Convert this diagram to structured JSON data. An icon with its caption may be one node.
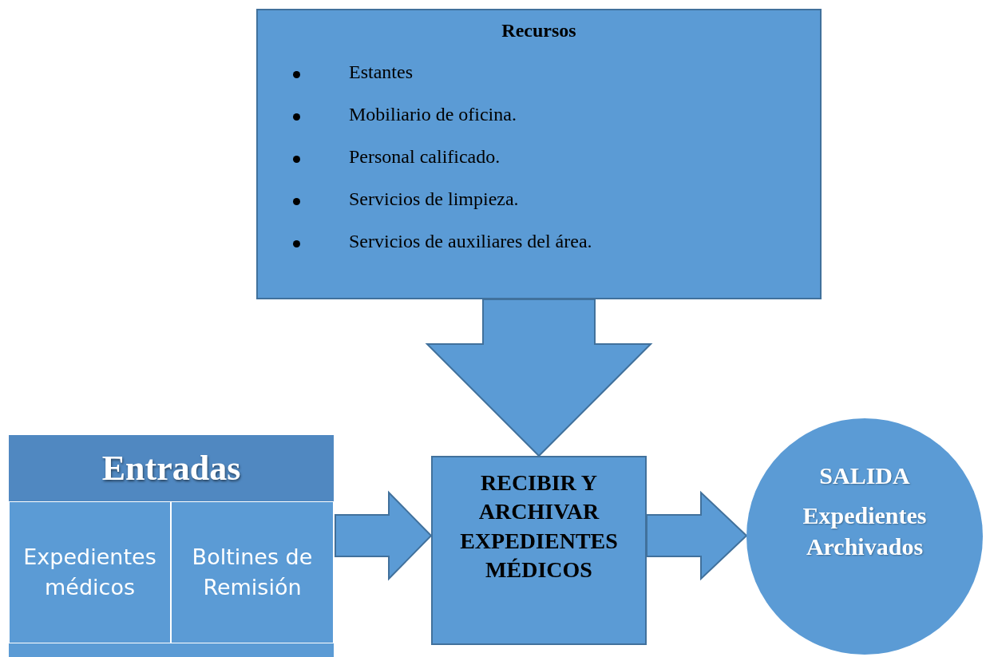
{
  "diagram": {
    "nodes": [
      {
        "text": [
          "Recursos",
          "Estantes",
          "Mobiliario de oficina.",
          "Personal calificado.",
          "Servicios de limpieza.",
          "Servicios de auxiliares del área."
        ]
      },
      {
        "text": [
          "Entradas"
        ]
      },
      {
        "text": [
          "Expedientes médicos"
        ],
        "in": 1
      },
      {
        "text": [
          "Boltines de Remisión"
        ],
        "in": 1
      },
      {
        "text": [
          "RECIBIR Y ARCHIVAR EXPEDIENTES MÉDICOS"
        ]
      },
      {
        "text": [
          "SALIDA",
          "Expedientes Archivados"
        ]
      }
    ],
    "edges": [
      {
        "from": 0,
        "to": 4,
        "arrow": "to"
      },
      {
        "from": 1,
        "to": 4,
        "arrow": "to"
      },
      {
        "from": 4,
        "to": 5,
        "arrow": "to"
      }
    ]
  }
}
